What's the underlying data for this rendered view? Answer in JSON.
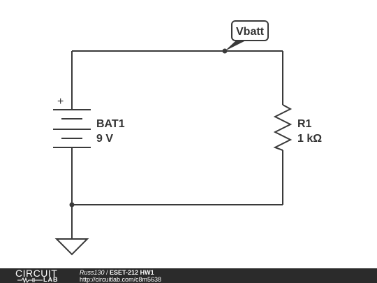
{
  "schematic": {
    "battery": {
      "designator": "BAT1",
      "value": "9 V",
      "polarity_mark": "+"
    },
    "resistor": {
      "designator": "R1",
      "value": "1 kΩ"
    },
    "node_label": "Vbatt"
  },
  "footer": {
    "logo_top": "CIRCUIT",
    "logo_bottom": "LAB",
    "author": "Russ130",
    "separator": " / ",
    "title": "ESET-212 HW1",
    "url": "http://circuitlab.com/c8m5638"
  },
  "colors": {
    "wire": "#3a3a3a",
    "footer_bg": "#2b2b2b",
    "text": "#333333"
  }
}
